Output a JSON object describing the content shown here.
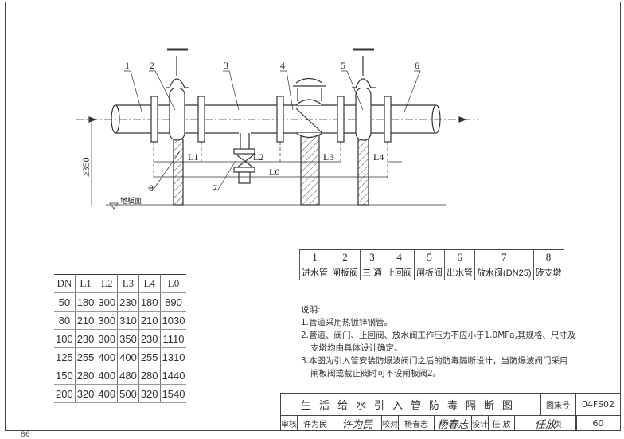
{
  "drawing": {
    "callouts": [
      "1",
      "2",
      "3",
      "4",
      "5",
      "6",
      "7",
      "8"
    ],
    "dimensions": {
      "L1": "L1",
      "L2": "L2",
      "L3": "L3",
      "L4": "L4",
      "L0": "L0",
      "height": "≥350"
    },
    "floor_label": "地板面"
  },
  "parts_table": {
    "numbers": [
      "1",
      "2",
      "3",
      "4",
      "5",
      "6",
      "7",
      "8"
    ],
    "names": [
      "进水管",
      "闸板阀",
      "三 通",
      "止回阀",
      "闸板阀",
      "出水管",
      "放水阀(DN25)",
      "砖支墩"
    ]
  },
  "dim_table": {
    "headers": [
      "DN",
      "L1",
      "L2",
      "L3",
      "L4",
      "L0"
    ],
    "rows": [
      [
        "50",
        "180",
        "300",
        "230",
        "180",
        "890"
      ],
      [
        "80",
        "210",
        "300",
        "310",
        "210",
        "1030"
      ],
      [
        "100",
        "230",
        "300",
        "350",
        "230",
        "1110"
      ],
      [
        "125",
        "255",
        "400",
        "400",
        "255",
        "1310"
      ],
      [
        "150",
        "280",
        "400",
        "480",
        "280",
        "1440"
      ],
      [
        "200",
        "320",
        "400",
        "500",
        "320",
        "1540"
      ]
    ]
  },
  "notes": {
    "heading": "说明:",
    "items": [
      "1.管道采用热镀锌钢管。",
      "2.管道、阀门、止回阀、放水阀工作压力不应小于1.0MPa,其规格、尺寸及",
      "支墩均由具体设计确定。",
      "3.本图为引入管安装防爆波阀门之后的防毒隔断设计，当防爆波阀门采用",
      "闸板阀或截止阀时可不设闸板阀2。"
    ]
  },
  "title_block": {
    "title": "生活给水引入管防毒隔断图",
    "atlas_label": "图集号",
    "atlas_no": "04FS02",
    "page_label": "页",
    "page_no": "60",
    "review_label": "审核",
    "reviewer": "许为民",
    "reviewer_sig": "许为民",
    "check_label": "校对",
    "checker": "杨春志",
    "checker_sig": "杨春志",
    "design_label": "设计",
    "designer": "任 放",
    "designer_sig": "任放"
  },
  "sheet_page": "86"
}
